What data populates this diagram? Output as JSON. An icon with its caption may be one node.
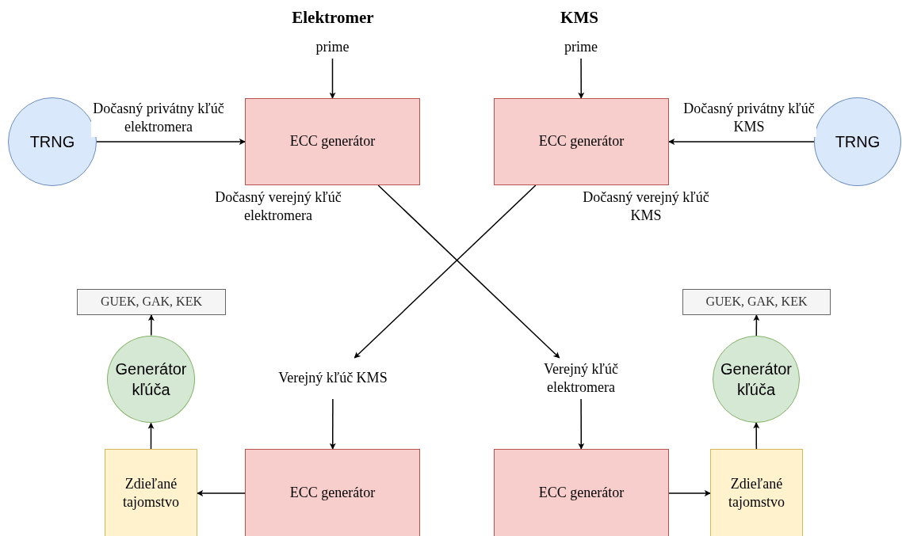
{
  "diagram": {
    "nodes": [
      {
        "text": [
          "TRNG"
        ]
      },
      {
        "text": [
          "prime"
        ]
      },
      {
        "text": [
          "ECC generátor"
        ]
      },
      {
        "text": [
          "prime"
        ]
      },
      {
        "text": [
          "ECC generátor"
        ]
      },
      {
        "text": [
          "TRNG"
        ]
      },
      {
        "text": [
          "GUEK, GAK, KEK"
        ]
      },
      {
        "text": [
          "Generátor kľúča"
        ]
      },
      {
        "text": [
          "Verejný kľúč KMS"
        ]
      },
      {
        "text": [
          "Verejný kľúč elektromera"
        ]
      },
      {
        "text": [
          "GUEK, GAK, KEK"
        ]
      },
      {
        "text": [
          "Generátor kľúča"
        ]
      },
      {
        "text": [
          "Zdieľané tajomstvo"
        ]
      },
      {
        "text": [
          "ECC generátor"
        ]
      },
      {
        "text": [
          "ECC generátor"
        ]
      },
      {
        "text": [
          "Zdieľané tajomstvo"
        ]
      }
    ],
    "edges": [
      {
        "from": 0,
        "to": 2,
        "arrow": "to",
        "label": "Dočasný privátny kľúč elektromera"
      },
      {
        "from": 1,
        "to": 2,
        "arrow": "to"
      },
      {
        "from": 3,
        "to": 4,
        "arrow": "to"
      },
      {
        "from": 5,
        "to": 4,
        "arrow": "to",
        "label": "Dočasný privátny kľúč KMS"
      },
      {
        "from": 2,
        "to": 9,
        "arrow": "to",
        "label": "Dočasný verejný kľúč elektromera"
      },
      {
        "from": 4,
        "to": 8,
        "arrow": "to",
        "label": "Dočasný verejný kľúč KMS"
      },
      {
        "from": 8,
        "to": 13,
        "arrow": "to"
      },
      {
        "from": 9,
        "to": 14,
        "arrow": "to"
      },
      {
        "from": 13,
        "to": 12,
        "arrow": "to"
      },
      {
        "from": 14,
        "to": 15,
        "arrow": "to"
      },
      {
        "from": 12,
        "to": 7,
        "arrow": "to"
      },
      {
        "from": 7,
        "to": 6,
        "arrow": "to"
      },
      {
        "from": 15,
        "to": 11,
        "arrow": "to"
      },
      {
        "from": 11,
        "to": 10,
        "arrow": "to"
      }
    ],
    "labels": [
      "Elektromer",
      "KMS"
    ]
  }
}
